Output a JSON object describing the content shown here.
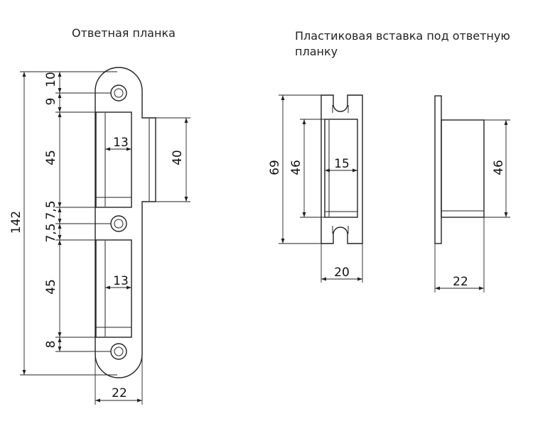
{
  "titles": {
    "strike_plate": "Ответная планка",
    "insert_line1": "Пластиковая вставка под ответную",
    "insert_line2": "планку"
  },
  "strike_plate": {
    "overall_height": "142",
    "top_hole_to_top": "10",
    "hole_to_slot_top": "9",
    "slot1_height": "45",
    "mid_hole_above": "7,5",
    "mid_hole_below": "7,5",
    "slot2_height": "45",
    "bottom_slot_to_hole": "8",
    "slot1_width": "13",
    "slot2_width": "13",
    "lip_height": "40",
    "plate_width": "22"
  },
  "insert_front": {
    "overall_height": "69",
    "inner_height": "46",
    "inner_width": "15",
    "width": "20"
  },
  "insert_side": {
    "height": "46",
    "depth": "22"
  }
}
